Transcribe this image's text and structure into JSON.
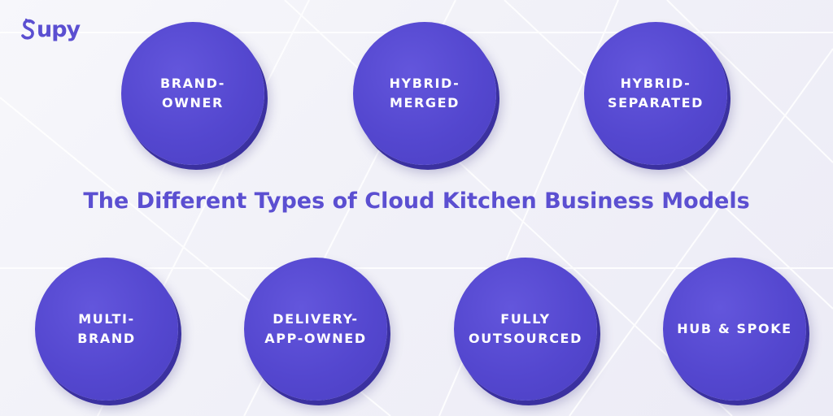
{
  "brand": {
    "logo_text": "upy",
    "logo_icon": "supy-s-mark-icon",
    "accent_color": "#5b4fd1"
  },
  "title": "The Different Types of Cloud Kitchen Business Models",
  "models": [
    {
      "label": "BRAND-\nOWNER"
    },
    {
      "label": "HYBRID-\nMERGED"
    },
    {
      "label": "HYBRID-\nSEPARATED"
    },
    {
      "label": "MULTI-\nBRAND"
    },
    {
      "label": "DELIVERY-\nAPP-OWNED"
    },
    {
      "label": "FULLY\nOUTSOURCED"
    },
    {
      "label": "HUB & SPOKE"
    }
  ],
  "colors": {
    "circle": "#5447cf",
    "text": "#ffffff",
    "background": "#f1f1f8"
  }
}
